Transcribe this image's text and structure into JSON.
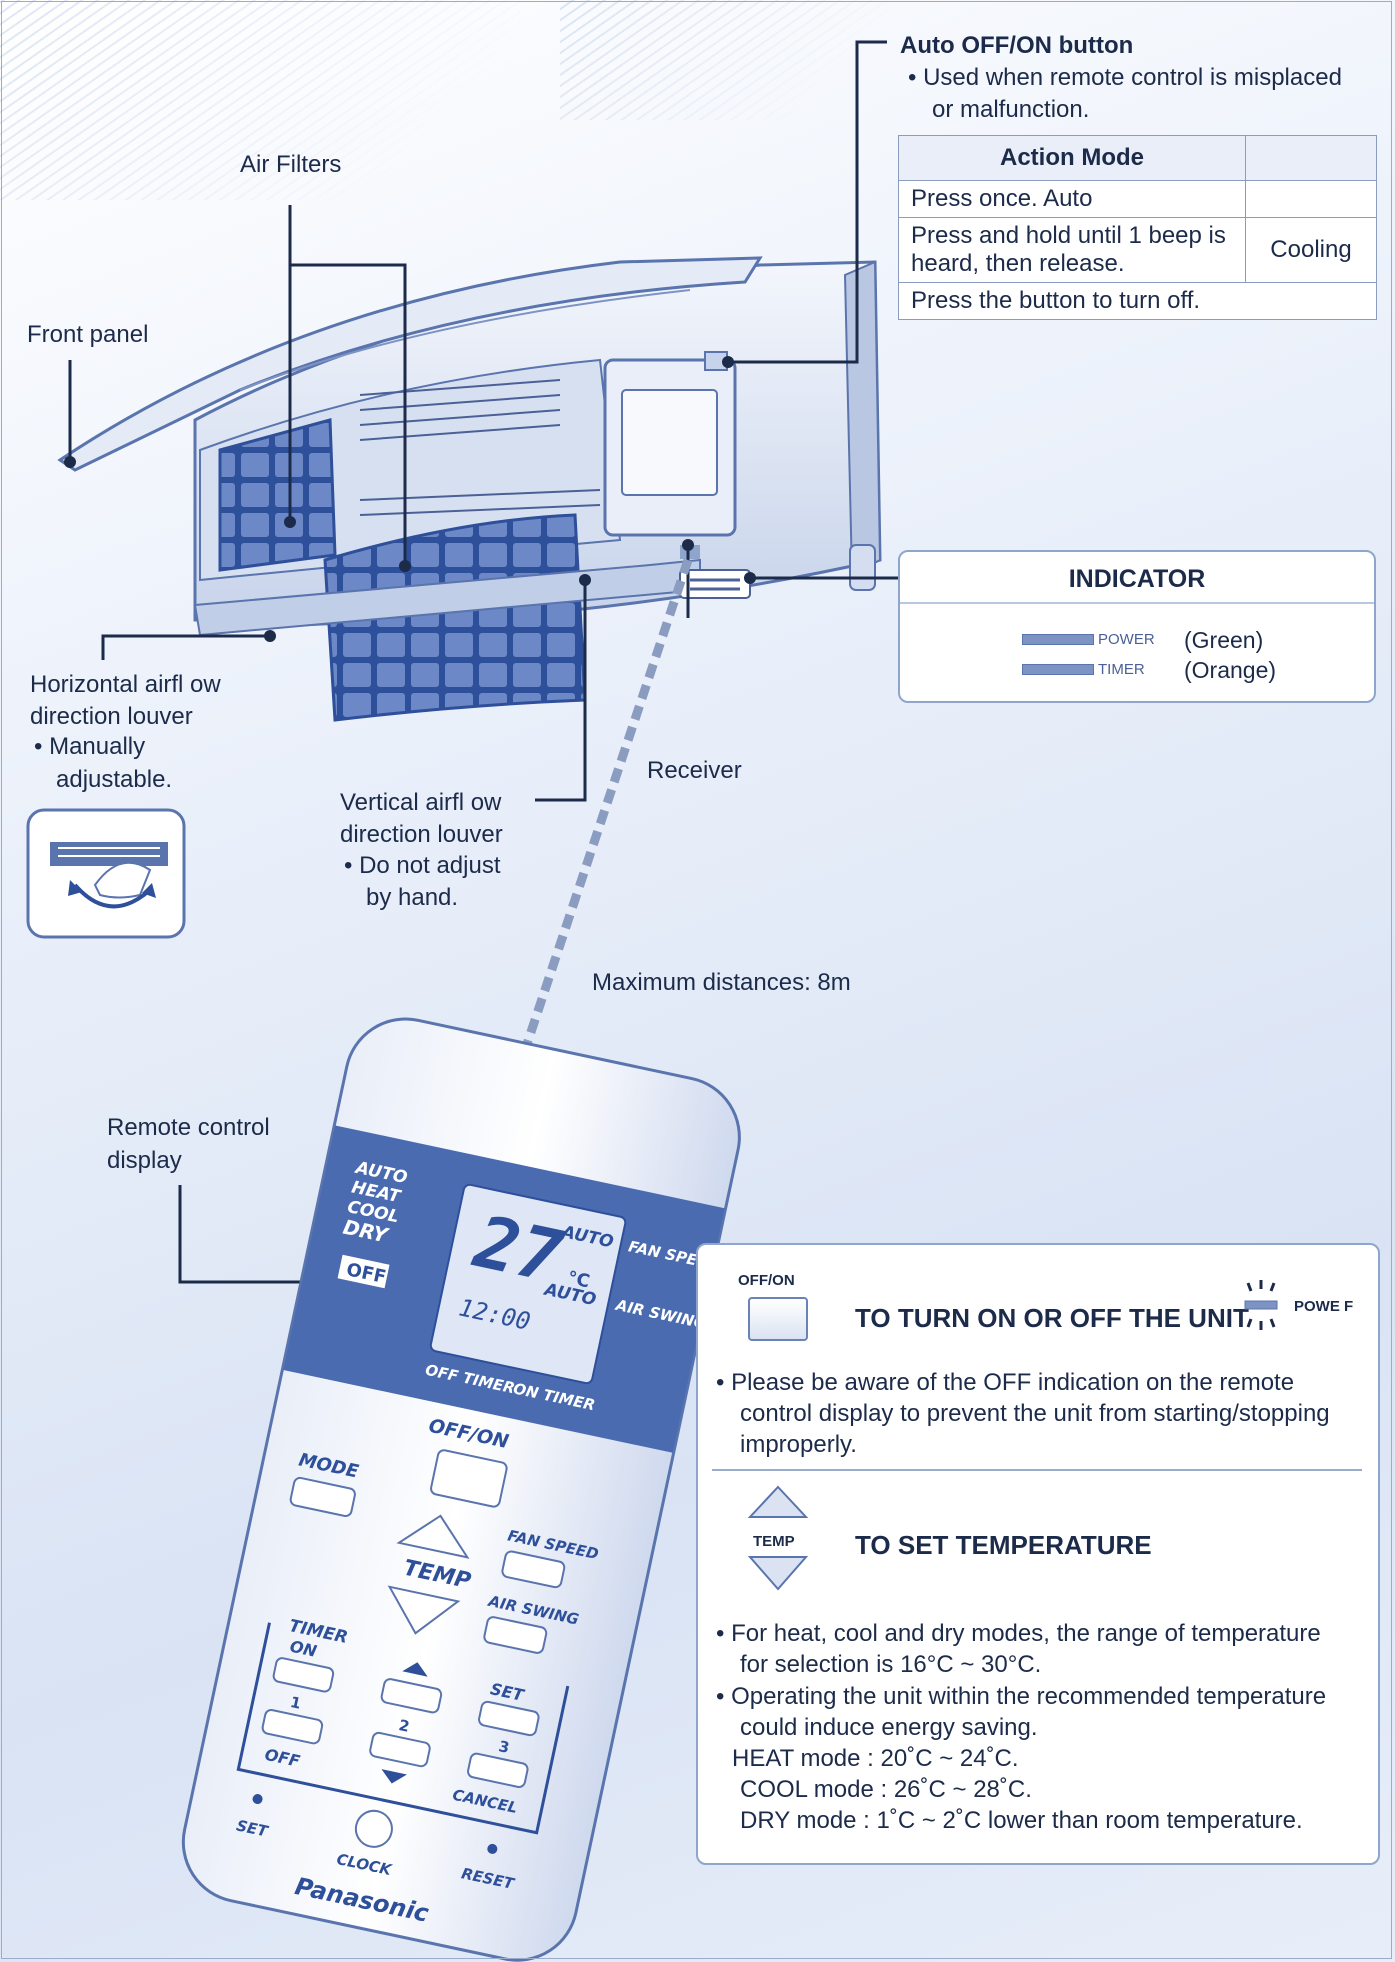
{
  "labels": {
    "auto_button_title": "Auto OFF/ON button",
    "auto_button_note_1": "• Used when remote control is misplaced",
    "auto_button_note_2": "or malfunction.",
    "air_filters": "Air Filters",
    "front_panel": "Front panel",
    "horizontal_1": "Horizontal airfl ow",
    "horizontal_2": "direction louver",
    "horizontal_3": "• Manually",
    "horizontal_4": "adjustable.",
    "vertical_1": "Vertical airfl ow",
    "vertical_2": "direction louver",
    "vertical_3": "• Do not adjust",
    "vertical_4": "by hand.",
    "receiver": "Receiver",
    "max_distance": "Maximum distances:  8m",
    "remote_display_1": "Remote control",
    "remote_display_2": "display"
  },
  "action_table": {
    "header": "Action Mode",
    "rows": [
      {
        "action": "Press once. Auto",
        "mode": ""
      },
      {
        "action_1": "Press and hold until 1 beep is",
        "action_2": "heard, then release.",
        "mode": "Cooling"
      },
      {
        "action": "Press the button to turn off.",
        "mode": ""
      }
    ]
  },
  "indicator": {
    "title": "INDICATOR",
    "items": [
      {
        "name": "POWER",
        "color": "(Green)"
      },
      {
        "name": "TIMER",
        "color": "(Orange)"
      }
    ]
  },
  "remote": {
    "modes": [
      "AUTO",
      "HEAT",
      "COOL",
      "DRY"
    ],
    "temp": "27",
    "unit": "°C",
    "auto1": "AUTO",
    "auto2": "AUTO",
    "fan_speed": "FAN SPEED",
    "air_swing": "AIR SWING",
    "off_badge": "OFF",
    "clock": "12:00",
    "off_timer": "OFF TIMER",
    "on_timer": "ON TIMER",
    "offon": "OFF/ON",
    "mode": "MODE",
    "fan_speed_btn": "FAN SPEED",
    "temp_btn": "TEMP",
    "air_swing_btn": "AIR SWING",
    "timer": "TIMER",
    "on": "ON",
    "set": "SET",
    "n1": "1",
    "n2": "2",
    "n3": "3",
    "off": "OFF",
    "cancel": "CANCEL",
    "set_small": "SET",
    "clock_small": "CLOCK",
    "reset": "RESET",
    "brand": "Panasonic"
  },
  "info": {
    "offon_small": "OFF/ON",
    "turn_heading": "TO TURN ON OR OFF THE UNIT",
    "power_small": "POWE F",
    "turn_text_1": "• Please be aware of the OFF indication on the remote",
    "turn_text_2": "control display to prevent the unit from starting/stopping",
    "turn_text_3": "improperly.",
    "temp_small": "TEMP",
    "temp_heading": "TO SET TEMPERATURE",
    "temp_text_1": "• For heat, cool and dry modes, the range of temperature",
    "temp_text_2": "for selection is 16°C ~ 30°C.",
    "temp_text_3": "• Operating the unit within the recommended temperature",
    "temp_text_4": "could induce energy saving.",
    "heat_mode": "HEAT mode : 20˚C ~ 24˚C.",
    "cool_mode": "COOL mode : 26˚C ~ 28˚C.",
    "dry_mode": "DRY mode : 1˚C ~ 2˚C lower than room temperature."
  },
  "colors": {
    "line": "#1c2b4a",
    "unit_blue": "#5a74ad",
    "panel_border": "#8ea5cc"
  }
}
